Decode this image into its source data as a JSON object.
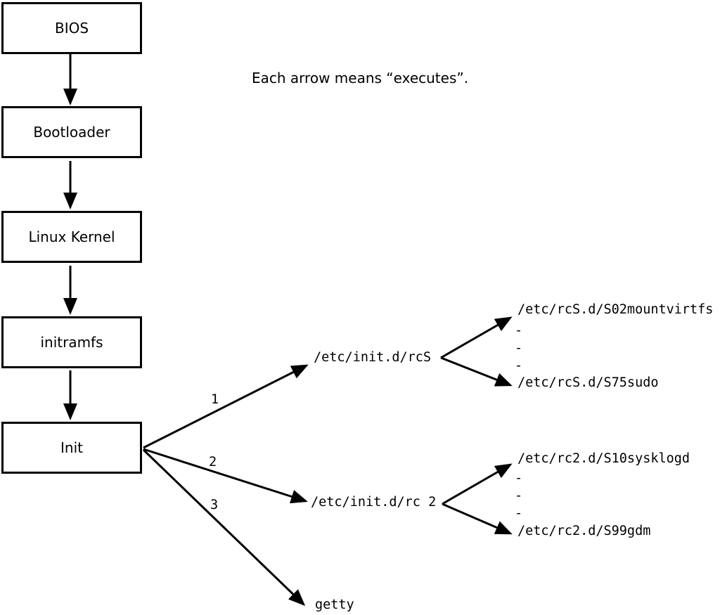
{
  "diagram": {
    "note": "Each arrow means “executes”.",
    "chain": [
      {
        "label": "BIOS"
      },
      {
        "label": "Bootloader"
      },
      {
        "label": "Linux Kernel"
      },
      {
        "label": "initramfs"
      },
      {
        "label": "Init"
      }
    ],
    "init_branches": [
      {
        "number": "1",
        "target": "/etc/init.d/rcS"
      },
      {
        "number": "2",
        "target": "/etc/init.d/rc 2"
      },
      {
        "number": "3",
        "target": "getty"
      }
    ],
    "rcS_scripts": {
      "first": "/etc/rcS.d/S02mountvirtfs",
      "dots": [
        "-",
        "-",
        "-"
      ],
      "last": "/etc/rcS.d/S75sudo"
    },
    "rc2_scripts": {
      "first": "/etc/rc2.d/S10sysklogd",
      "dots": [
        "-",
        "-",
        "-"
      ],
      "last": "/etc/rc2.d/S99gdm"
    },
    "colors": {
      "ink": "#000000",
      "background": "#ffffff"
    }
  }
}
